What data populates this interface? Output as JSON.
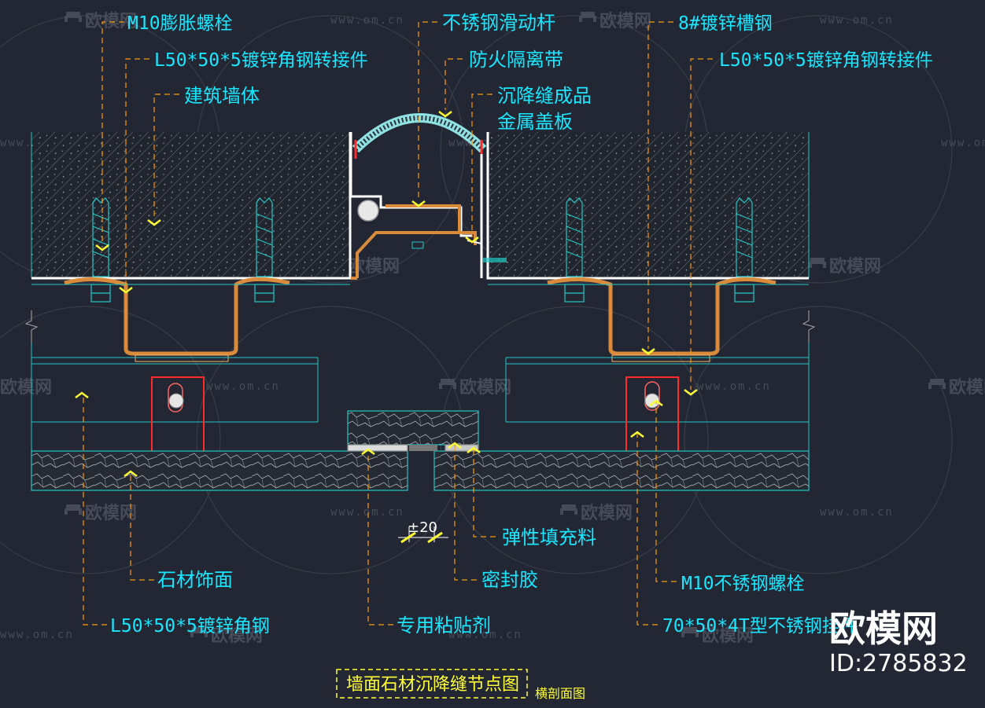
{
  "labels": {
    "m10_bolt": "M10膨胀螺栓",
    "angle_adapter_left": "L50*50*5镀锌角钢转接件",
    "wall": "建筑墙体",
    "slide_rod": "不锈钢滑动杆",
    "fire_strip": "防火隔离带",
    "cover_plate_1": "沉降缝成品",
    "cover_plate_2": "金属盖板",
    "channel_steel": "8#镀锌槽钢",
    "angle_adapter_right": "L50*50*5镀锌角钢转接件",
    "stone_finish": "石材饰面",
    "angle_steel": "L50*50*5镀锌角钢",
    "adhesive": "专用粘贴剂",
    "filler": "弹性填充料",
    "sealant": "密封胶",
    "m10_ss_bolt": "M10不锈钢螺栓",
    "t_hanger": "70*50*4T型不锈钢挂件"
  },
  "dimension": {
    "gap": "±20"
  },
  "title": {
    "main": "墙面石材沉降缝节点图",
    "sub": "横剖面图"
  },
  "watermark": {
    "brand": "欧模网",
    "url": "www.om.cn",
    "id": "ID:2785832"
  },
  "colors": {
    "background": "#222733",
    "label": "#19e6ff",
    "leader": "#ff9900",
    "arrow": "#ffff33",
    "steel": "#d98a3a",
    "bracket": "#ff2a2a",
    "outline": "#21c7c7"
  },
  "icons": {
    "watermark_mark": "sofa-logo-icon"
  }
}
